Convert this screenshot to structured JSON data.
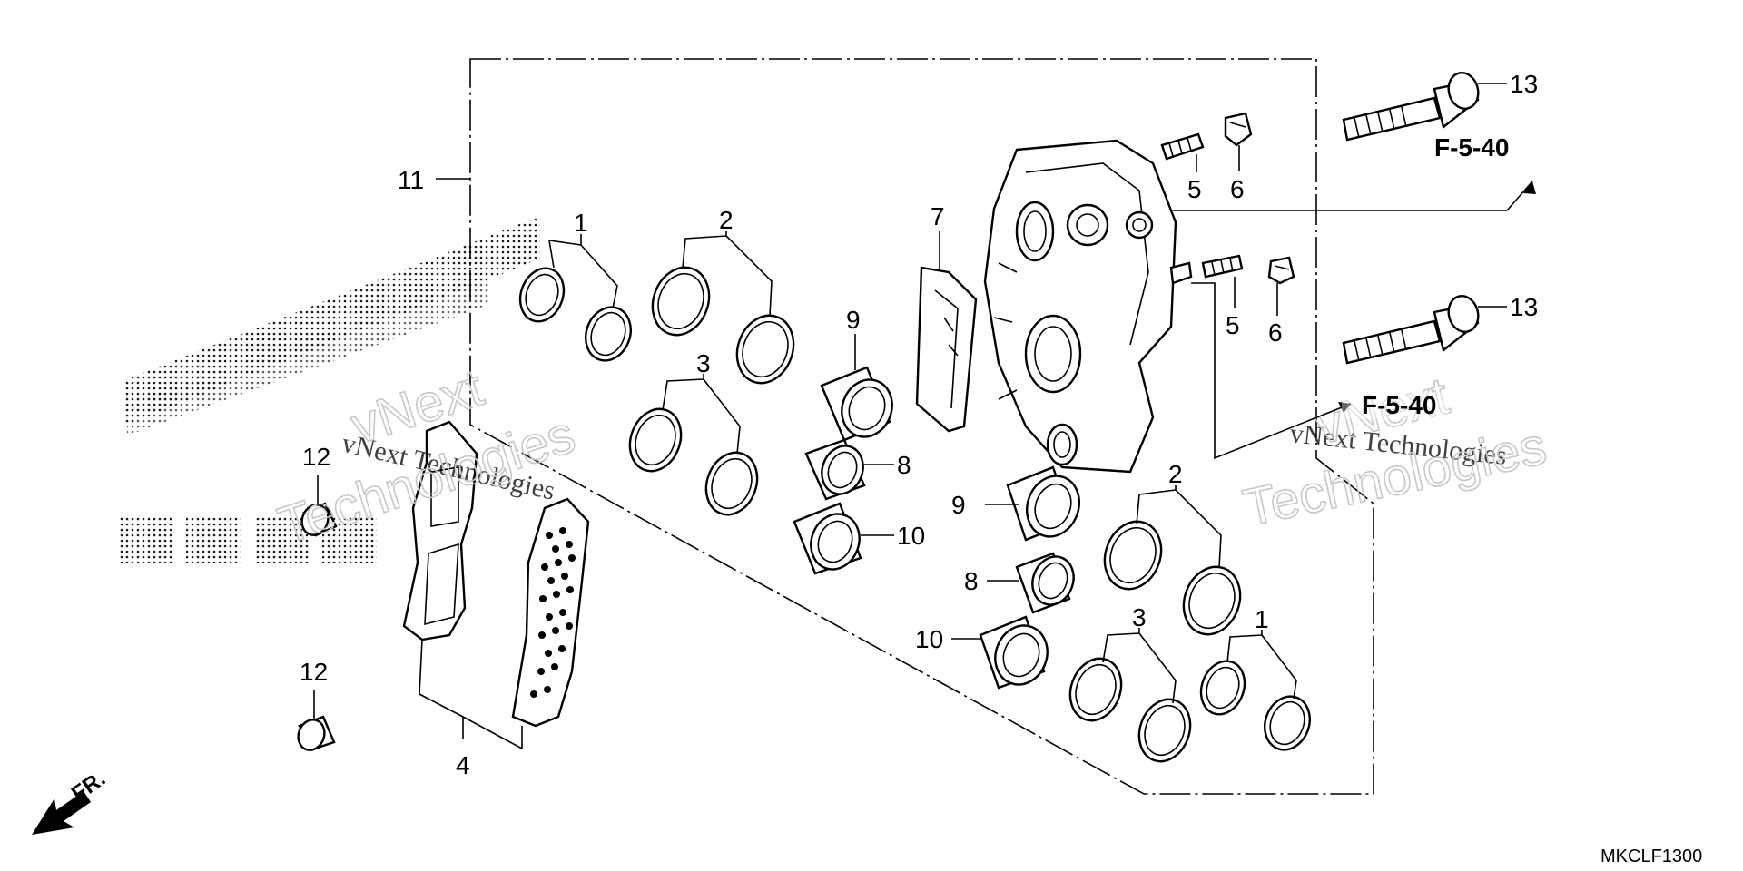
{
  "diagram_code": "MKCLF1300",
  "references": {
    "upper": "F-5-40",
    "lower": "F-5-40"
  },
  "front_marker": "FR.",
  "watermark": {
    "company": "vNext Technologies",
    "outline_top": "vNext",
    "outline_bottom": "Technologies"
  },
  "callouts": {
    "c1a": "1",
    "c1b": "1",
    "c2a": "2",
    "c2b": "2",
    "c3a": "3",
    "c3b": "3",
    "c4": "4",
    "c5a": "5",
    "c5b": "5",
    "c6a": "6",
    "c6b": "6",
    "c7": "7",
    "c8a": "8",
    "c8b": "8",
    "c9a": "9",
    "c9b": "9",
    "c10a": "10",
    "c10b": "10",
    "c11": "11",
    "c12a": "12",
    "c12b": "12",
    "c13a": "13",
    "c13b": "13"
  },
  "icons": {
    "front_arrow": "arrow-down-left-icon",
    "brand_logo": "dotted-wing-logo"
  },
  "colors": {
    "line": "#000000",
    "background": "#ffffff",
    "watermark": "#c8c8c8"
  }
}
